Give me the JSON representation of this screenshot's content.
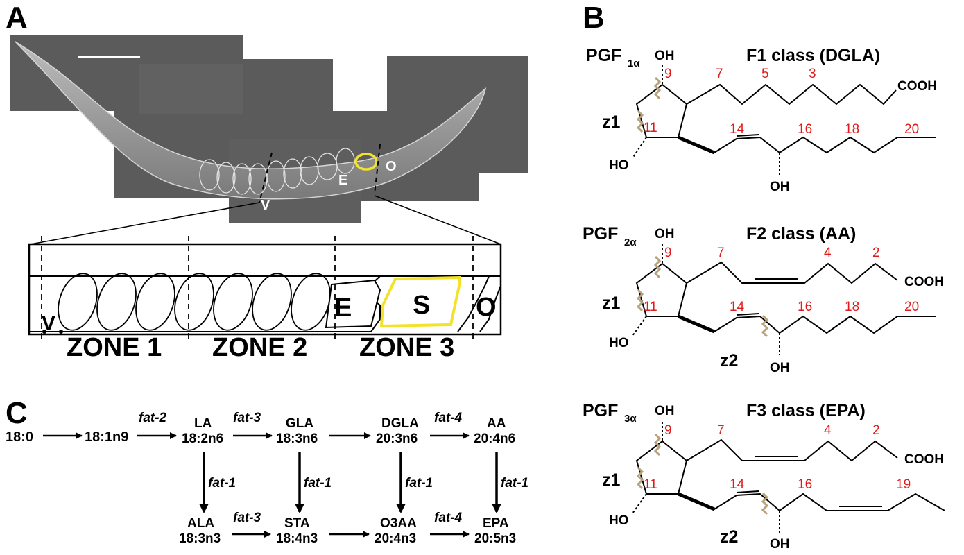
{
  "panel_labels": {
    "a": "A",
    "b": "B",
    "c": "C"
  },
  "panel_a": {
    "worm_labels": {
      "v": "V",
      "e": "E",
      "o": "O"
    },
    "schematic": {
      "v": "V",
      "e": "E",
      "s": "S",
      "o": "O"
    },
    "zones": [
      "ZONE 1",
      "ZONE 2",
      "ZONE 3"
    ],
    "colors": {
      "spermatheca_outline": "#f2e22a",
      "micrograph_bg": "#5b5b5b"
    }
  },
  "panel_b": {
    "structures": [
      {
        "name": "PGF",
        "subscript": "1α",
        "class_title": "F1 class (DGLA)",
        "oh_top": "OH",
        "cooh": "COOH",
        "ho": "HO",
        "oh_bottom": "OH",
        "numbers": [
          "9",
          "7",
          "5",
          "3",
          "11",
          "14",
          "16",
          "18",
          "20"
        ],
        "cuts": [
          "z1"
        ]
      },
      {
        "name": "PGF",
        "subscript": "2α",
        "class_title": "F2 class (AA)",
        "oh_top": "OH",
        "cooh": "COOH",
        "ho": "HO",
        "oh_bottom": "OH",
        "numbers": [
          "9",
          "7",
          "4",
          "2",
          "11",
          "14",
          "16",
          "18",
          "20"
        ],
        "cuts": [
          "z1",
          "z2"
        ]
      },
      {
        "name": "PGF",
        "subscript": "3α",
        "class_title": "F3 class (EPA)",
        "oh_top": "OH",
        "cooh": "COOH",
        "ho": "HO",
        "oh_bottom": "OH",
        "numbers": [
          "9",
          "7",
          "4",
          "2",
          "11",
          "14",
          "16",
          "19"
        ],
        "cuts": [
          "z1",
          "z2"
        ]
      }
    ],
    "colors": {
      "carbon_numbers": "#e01b1b",
      "cleavage_marks": "#b8a27c"
    }
  },
  "panel_c": {
    "nodes": {
      "s18_0": "18:0",
      "s18_1n9": "18:1n9",
      "la": "LA",
      "la_f": "18:2n6",
      "gla": "GLA",
      "gla_f": "18:3n6",
      "dgla": "DGLA",
      "dgla_f": "20:3n6",
      "aa": "AA",
      "aa_f": "20:4n6",
      "ala": "ALA",
      "ala_f": "18:3n3",
      "sta": "STA",
      "sta_f": "18:4n3",
      "o3aa": "O3AA",
      "o3aa_f": "20:4n3",
      "epa": "EPA",
      "epa_f": "20:5n3"
    },
    "enzymes": {
      "fat2": "fat-2",
      "fat3_top": "fat-3",
      "fat4_top": "fat-4",
      "fat1_a": "fat-1",
      "fat1_b": "fat-1",
      "fat1_c": "fat-1",
      "fat1_d": "fat-1",
      "fat3_bottom": "fat-3",
      "fat4_bottom": "fat-4"
    }
  }
}
